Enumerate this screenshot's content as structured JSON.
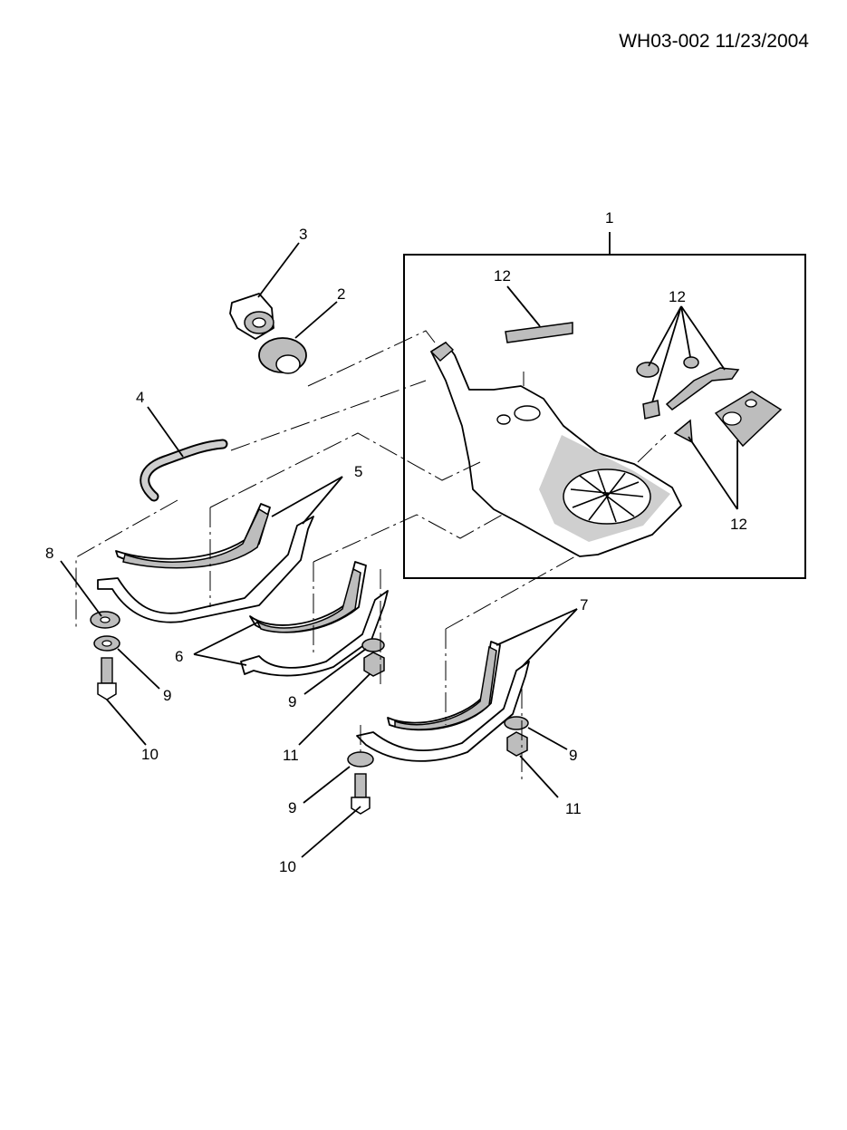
{
  "header": {
    "doc_id": "WH03-002 11/23/2004"
  },
  "callouts": {
    "c1": "1",
    "c2": "2",
    "c3": "3",
    "c4": "4",
    "c5": "5",
    "c6": "6",
    "c7": "7",
    "c8": "8",
    "c9a": "9",
    "c9b": "9",
    "c9c": "9",
    "c9d": "9",
    "c10a": "10",
    "c10b": "10",
    "c11a": "11",
    "c11b": "11",
    "c12a": "12",
    "c12b": "12",
    "c12c": "12"
  }
}
